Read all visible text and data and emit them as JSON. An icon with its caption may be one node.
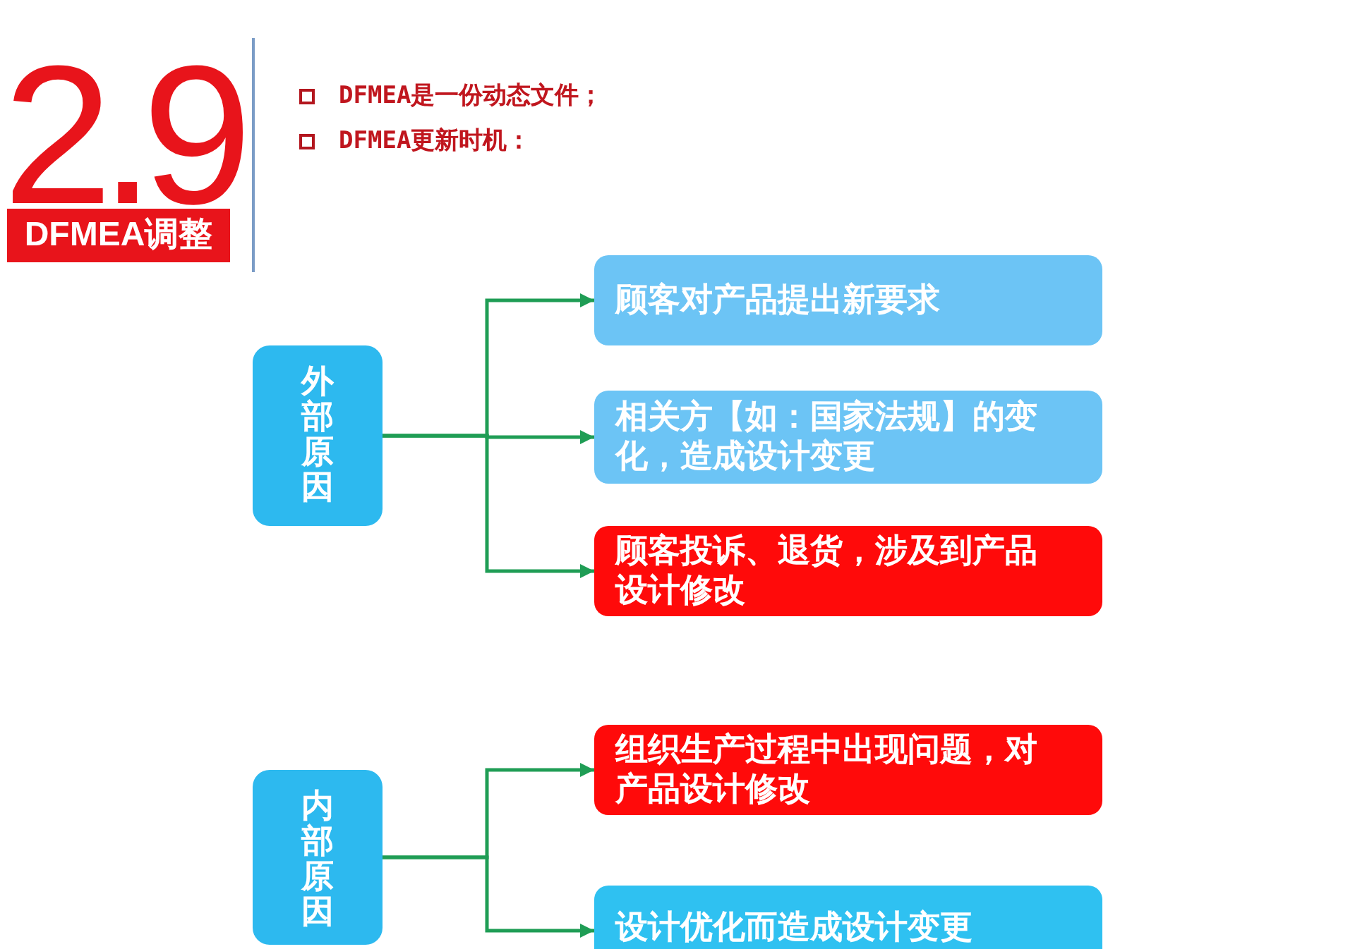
{
  "diagram": {
    "nodes": [
      {
        "text": [
          "DFMEA调整"
        ]
      },
      {
        "text": [
          "外部原因"
        ]
      },
      {
        "text": [
          "顾客对产品提出新要求"
        ]
      },
      {
        "text": [
          "相关方【如：国家法规】的变化，造成设计变更"
        ]
      },
      {
        "text": [
          "顾客投诉、退货，涉及到产品设计修改"
        ]
      },
      {
        "text": [
          "内部原因"
        ]
      },
      {
        "text": [
          "组织生产过程中出现问题，对产品设计修改"
        ]
      },
      {
        "text": [
          "设计优化而造成设计变更"
        ]
      }
    ],
    "edges": [
      {
        "from": 1,
        "to": 2,
        "arrow": "to"
      },
      {
        "from": 1,
        "to": 3,
        "arrow": "to"
      },
      {
        "from": 1,
        "to": 4,
        "arrow": "to"
      },
      {
        "from": 5,
        "to": 6,
        "arrow": "to"
      },
      {
        "from": 5,
        "to": 7,
        "arrow": "to"
      }
    ],
    "labels": [
      "2.9",
      "DFMEA是一份动态文件；",
      "DFMEA更新时机："
    ]
  }
}
